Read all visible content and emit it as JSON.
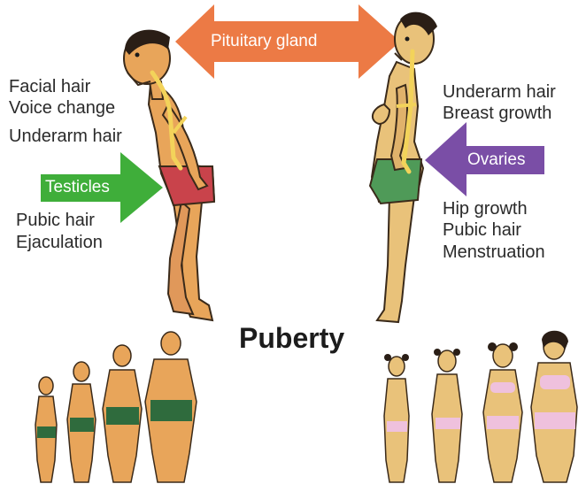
{
  "title": "Puberty",
  "arrows": {
    "pituitary": {
      "label": "Pituitary gland",
      "color": "#ec7a45"
    },
    "testicles": {
      "label": "Testicles",
      "color": "#3fae3a"
    },
    "ovaries": {
      "label": "Ovaries",
      "color": "#7a4ea6"
    }
  },
  "male_changes": {
    "upper": [
      "Facial hair",
      "Voice change",
      "Underarm hair"
    ],
    "lower": [
      "Pubic hair",
      "Ejaculation"
    ]
  },
  "female_changes": {
    "upper": [
      "Underarm hair",
      "Breast growth"
    ],
    "lower": [
      "Hip growth",
      "Pubic hair",
      "Menstruation"
    ]
  },
  "colors": {
    "skin_male": "#e8a55a",
    "skin_female": "#e9c27a",
    "shorts_male": "#c9434b",
    "shorts_female": "#4f9a58",
    "trunks_boys": "#2f6b3d",
    "underwear_girls": "#efc1dd"
  }
}
